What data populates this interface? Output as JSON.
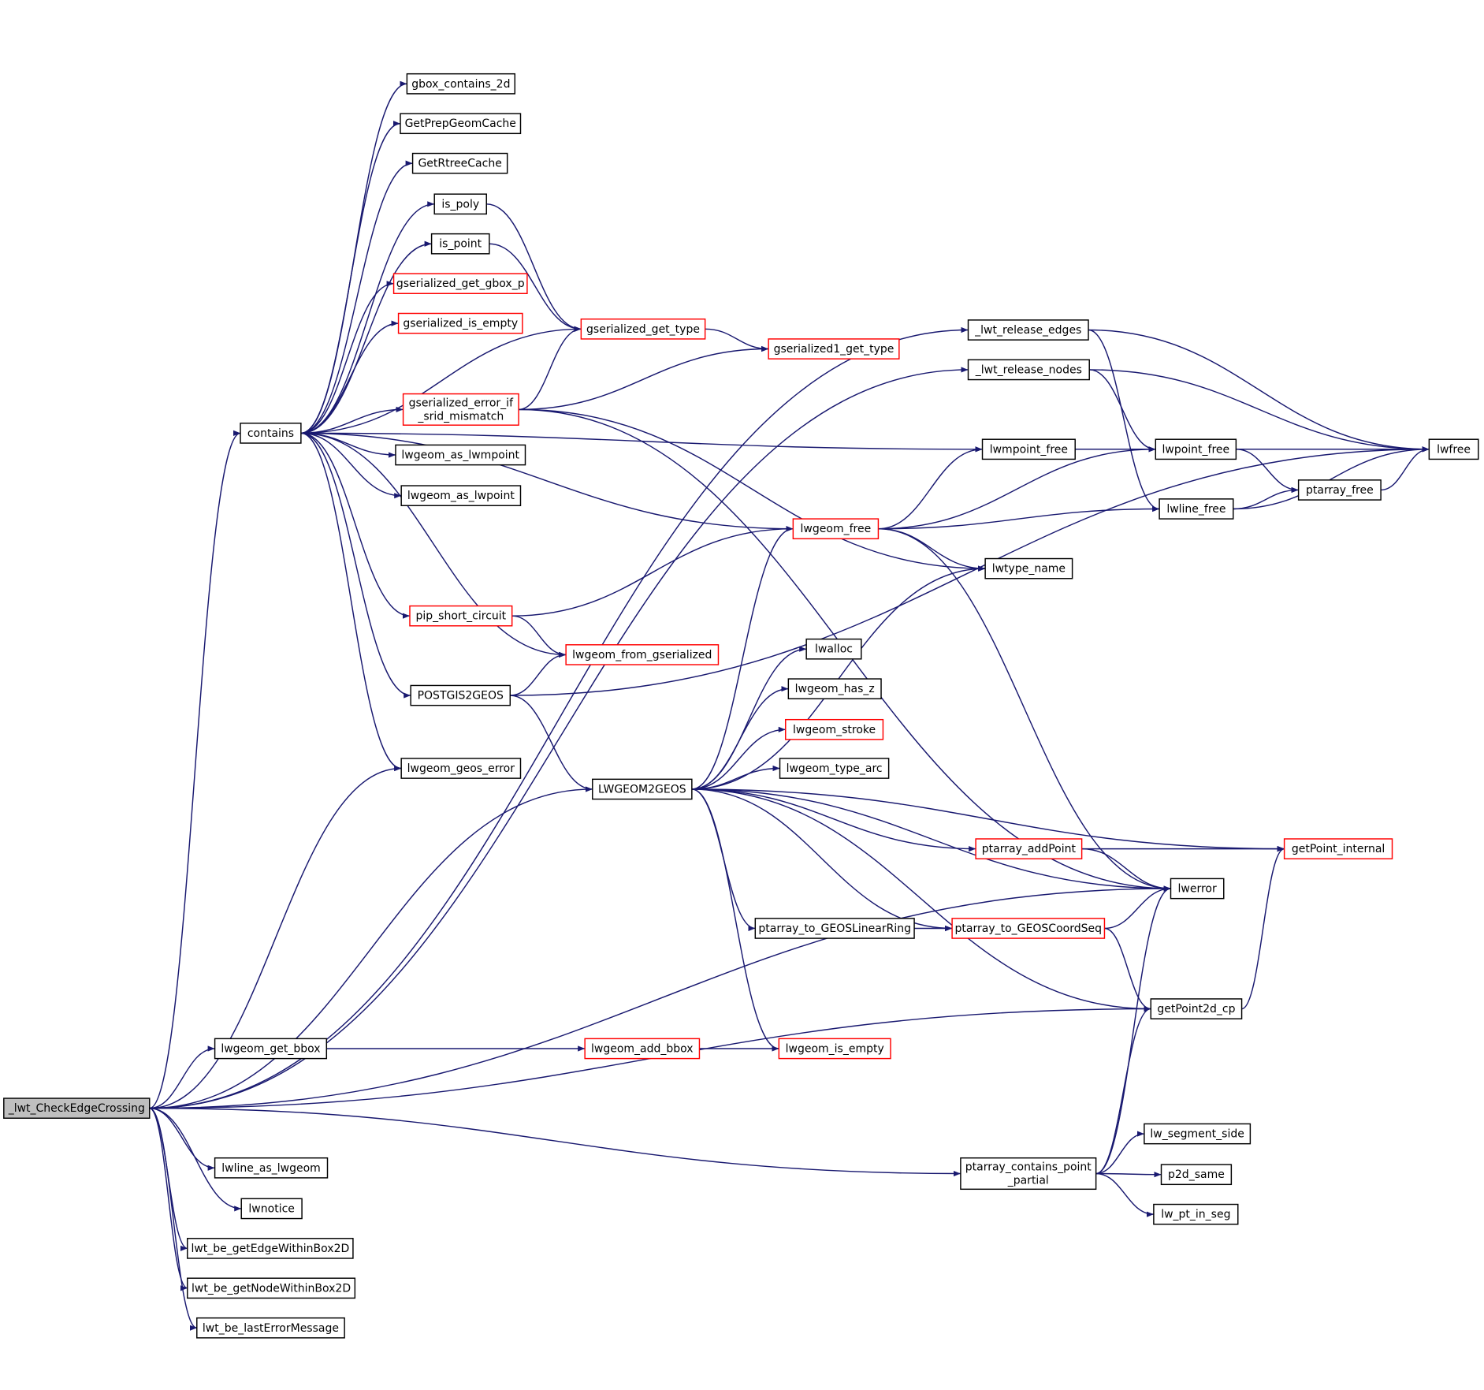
{
  "colors": {
    "edge": "#191970",
    "border_normal": "#000000",
    "border_truncated": "#ff0000",
    "fill_normal": "#ffffff",
    "fill_root": "#bfbfbf"
  },
  "nodes": {
    "root": {
      "lines": [
        "_lwt_CheckEdgeCrossing"
      ],
      "style": "root"
    },
    "contains": {
      "lines": [
        "contains"
      ],
      "style": "normal"
    },
    "gbox_contains_2d": {
      "lines": [
        "gbox_contains_2d"
      ],
      "style": "normal"
    },
    "GetPrepGeomCache": {
      "lines": [
        "GetPrepGeomCache"
      ],
      "style": "normal"
    },
    "GetRtreeCache": {
      "lines": [
        "GetRtreeCache"
      ],
      "style": "normal"
    },
    "is_poly": {
      "lines": [
        "is_poly"
      ],
      "style": "normal"
    },
    "is_point": {
      "lines": [
        "is_point"
      ],
      "style": "normal"
    },
    "gserialized_get_gbox_p": {
      "lines": [
        "gserialized_get_gbox_p"
      ],
      "style": "truncated"
    },
    "gserialized_is_empty": {
      "lines": [
        "gserialized_is_empty"
      ],
      "style": "truncated"
    },
    "gserialized_get_type": {
      "lines": [
        "gserialized_get_type"
      ],
      "style": "truncated"
    },
    "gserialized1_get_type": {
      "lines": [
        "gserialized1_get_type"
      ],
      "style": "truncated"
    },
    "gserialized_error_if_srid_mismatch": {
      "lines": [
        "gserialized_error_if",
        "_srid_mismatch"
      ],
      "style": "truncated"
    },
    "lwgeom_as_lwmpoint": {
      "lines": [
        "lwgeom_as_lwmpoint"
      ],
      "style": "normal"
    },
    "lwgeom_as_lwpoint": {
      "lines": [
        "lwgeom_as_lwpoint"
      ],
      "style": "normal"
    },
    "pip_short_circuit": {
      "lines": [
        "pip_short_circuit"
      ],
      "style": "truncated"
    },
    "lwgeom_from_gserialized": {
      "lines": [
        "lwgeom_from_gserialized"
      ],
      "style": "truncated"
    },
    "POSTGIS2GEOS": {
      "lines": [
        "POSTGIS2GEOS"
      ],
      "style": "normal"
    },
    "lwgeom_geos_error": {
      "lines": [
        "lwgeom_geos_error"
      ],
      "style": "normal"
    },
    "LWGEOM2GEOS": {
      "lines": [
        "LWGEOM2GEOS"
      ],
      "style": "normal"
    },
    "lwgeom_get_bbox": {
      "lines": [
        "lwgeom_get_bbox"
      ],
      "style": "normal"
    },
    "lwgeom_add_bbox": {
      "lines": [
        "lwgeom_add_bbox"
      ],
      "style": "truncated"
    },
    "lwgeom_is_empty": {
      "lines": [
        "lwgeom_is_empty"
      ],
      "style": "truncated"
    },
    "lwline_as_lwgeom": {
      "lines": [
        "lwline_as_lwgeom"
      ],
      "style": "normal"
    },
    "lwnotice": {
      "lines": [
        "lwnotice"
      ],
      "style": "normal"
    },
    "lwt_be_getEdgeWithinBox2D": {
      "lines": [
        "lwt_be_getEdgeWithinBox2D"
      ],
      "style": "normal"
    },
    "lwt_be_getNodeWithinBox2D": {
      "lines": [
        "lwt_be_getNodeWithinBox2D"
      ],
      "style": "normal"
    },
    "lwt_be_lastErrorMessage": {
      "lines": [
        "lwt_be_lastErrorMessage"
      ],
      "style": "normal"
    },
    "_lwt_release_edges": {
      "lines": [
        "_lwt_release_edges"
      ],
      "style": "normal"
    },
    "_lwt_release_nodes": {
      "lines": [
        "_lwt_release_nodes"
      ],
      "style": "normal"
    },
    "lwmpoint_free": {
      "lines": [
        "lwmpoint_free"
      ],
      "style": "normal"
    },
    "lwgeom_free": {
      "lines": [
        "lwgeom_free"
      ],
      "style": "truncated"
    },
    "lwtype_name": {
      "lines": [
        "lwtype_name"
      ],
      "style": "normal"
    },
    "lwalloc": {
      "lines": [
        "lwalloc"
      ],
      "style": "normal"
    },
    "lwgeom_has_z": {
      "lines": [
        "lwgeom_has_z"
      ],
      "style": "normal"
    },
    "lwgeom_stroke": {
      "lines": [
        "lwgeom_stroke"
      ],
      "style": "truncated"
    },
    "lwgeom_type_arc": {
      "lines": [
        "lwgeom_type_arc"
      ],
      "style": "normal"
    },
    "ptarray_addPoint": {
      "lines": [
        "ptarray_addPoint"
      ],
      "style": "truncated"
    },
    "ptarray_to_GEOSLinearRing": {
      "lines": [
        "ptarray_to_GEOSLinearRing"
      ],
      "style": "normal"
    },
    "ptarray_to_GEOSCoordSeq": {
      "lines": [
        "ptarray_to_GEOSCoordSeq"
      ],
      "style": "truncated"
    },
    "lwpoint_free": {
      "lines": [
        "lwpoint_free"
      ],
      "style": "normal"
    },
    "lwline_free": {
      "lines": [
        "lwline_free"
      ],
      "style": "normal"
    },
    "ptarray_free": {
      "lines": [
        "ptarray_free"
      ],
      "style": "normal"
    },
    "lwfree": {
      "lines": [
        "lwfree"
      ],
      "style": "normal"
    },
    "lwerror": {
      "lines": [
        "lwerror"
      ],
      "style": "normal"
    },
    "getPoint_internal": {
      "lines": [
        "getPoint_internal"
      ],
      "style": "truncated"
    },
    "getPoint2d_cp": {
      "lines": [
        "getPoint2d_cp"
      ],
      "style": "normal"
    },
    "ptarray_contains_point_partial": {
      "lines": [
        "ptarray_contains_point",
        "_partial"
      ],
      "style": "normal"
    },
    "lw_segment_side": {
      "lines": [
        "lw_segment_side"
      ],
      "style": "normal"
    },
    "p2d_same": {
      "lines": [
        "p2d_same"
      ],
      "style": "normal"
    },
    "lw_pt_in_seg": {
      "lines": [
        "lw_pt_in_seg"
      ],
      "style": "normal"
    }
  },
  "edges": [
    [
      "root",
      "contains"
    ],
    [
      "root",
      "_lwt_release_edges"
    ],
    [
      "root",
      "_lwt_release_nodes"
    ],
    [
      "root",
      "lwgeom_geos_error"
    ],
    [
      "root",
      "LWGEOM2GEOS"
    ],
    [
      "root",
      "lwgeom_get_bbox"
    ],
    [
      "root",
      "lwerror"
    ],
    [
      "root",
      "getPoint2d_cp"
    ],
    [
      "root",
      "lwline_as_lwgeom"
    ],
    [
      "root",
      "lwnotice"
    ],
    [
      "root",
      "lwt_be_getEdgeWithinBox2D"
    ],
    [
      "root",
      "lwt_be_getNodeWithinBox2D"
    ],
    [
      "root",
      "lwt_be_lastErrorMessage"
    ],
    [
      "root",
      "ptarray_contains_point_partial"
    ],
    [
      "contains",
      "gbox_contains_2d"
    ],
    [
      "contains",
      "GetPrepGeomCache"
    ],
    [
      "contains",
      "GetRtreeCache"
    ],
    [
      "contains",
      "is_poly"
    ],
    [
      "contains",
      "is_point"
    ],
    [
      "contains",
      "gserialized_get_gbox_p"
    ],
    [
      "contains",
      "gserialized_is_empty"
    ],
    [
      "contains",
      "gserialized_get_type"
    ],
    [
      "contains",
      "gserialized_error_if_srid_mismatch"
    ],
    [
      "contains",
      "lwgeom_as_lwmpoint"
    ],
    [
      "contains",
      "lwgeom_as_lwpoint"
    ],
    [
      "contains",
      "lwmpoint_free"
    ],
    [
      "contains",
      "lwgeom_free"
    ],
    [
      "contains",
      "pip_short_circuit"
    ],
    [
      "contains",
      "lwgeom_from_gserialized"
    ],
    [
      "contains",
      "POSTGIS2GEOS"
    ],
    [
      "contains",
      "lwgeom_geos_error"
    ],
    [
      "is_poly",
      "gserialized_get_type"
    ],
    [
      "is_point",
      "gserialized_get_type"
    ],
    [
      "gserialized_get_type",
      "gserialized1_get_type"
    ],
    [
      "gserialized_error_if_srid_mismatch",
      "gserialized_get_type"
    ],
    [
      "gserialized_error_if_srid_mismatch",
      "gserialized1_get_type"
    ],
    [
      "gserialized_error_if_srid_mismatch",
      "lwerror"
    ],
    [
      "gserialized_error_if_srid_mismatch",
      "lwtype_name"
    ],
    [
      "pip_short_circuit",
      "lwgeom_free"
    ],
    [
      "pip_short_circuit",
      "lwgeom_from_gserialized"
    ],
    [
      "POSTGIS2GEOS",
      "lwgeom_from_gserialized"
    ],
    [
      "POSTGIS2GEOS",
      "lwfree"
    ],
    [
      "POSTGIS2GEOS",
      "LWGEOM2GEOS"
    ],
    [
      "LWGEOM2GEOS",
      "lwgeom_free"
    ],
    [
      "LWGEOM2GEOS",
      "lwtype_name"
    ],
    [
      "LWGEOM2GEOS",
      "lwalloc"
    ],
    [
      "LWGEOM2GEOS",
      "lwgeom_has_z"
    ],
    [
      "LWGEOM2GEOS",
      "lwgeom_stroke"
    ],
    [
      "LWGEOM2GEOS",
      "lwgeom_type_arc"
    ],
    [
      "LWGEOM2GEOS",
      "getPoint_internal"
    ],
    [
      "LWGEOM2GEOS",
      "ptarray_addPoint"
    ],
    [
      "LWGEOM2GEOS",
      "lwerror"
    ],
    [
      "LWGEOM2GEOS",
      "ptarray_to_GEOSLinearRing"
    ],
    [
      "LWGEOM2GEOS",
      "ptarray_to_GEOSCoordSeq"
    ],
    [
      "LWGEOM2GEOS",
      "getPoint2d_cp"
    ],
    [
      "LWGEOM2GEOS",
      "lwgeom_is_empty"
    ],
    [
      "lwgeom_get_bbox",
      "lwgeom_add_bbox"
    ],
    [
      "lwgeom_add_bbox",
      "lwgeom_is_empty"
    ],
    [
      "_lwt_release_edges",
      "lwfree"
    ],
    [
      "_lwt_release_edges",
      "lwline_free"
    ],
    [
      "_lwt_release_nodes",
      "lwfree"
    ],
    [
      "_lwt_release_nodes",
      "lwpoint_free"
    ],
    [
      "lwmpoint_free",
      "lwfree"
    ],
    [
      "lwmpoint_free",
      "lwpoint_free"
    ],
    [
      "lwgeom_free",
      "lwmpoint_free"
    ],
    [
      "lwgeom_free",
      "lwpoint_free"
    ],
    [
      "lwgeom_free",
      "lwline_free"
    ],
    [
      "lwgeom_free",
      "lwtype_name"
    ],
    [
      "lwgeom_free",
      "lwerror"
    ],
    [
      "lwpoint_free",
      "lwfree"
    ],
    [
      "lwpoint_free",
      "ptarray_free"
    ],
    [
      "lwline_free",
      "ptarray_free"
    ],
    [
      "lwline_free",
      "lwfree"
    ],
    [
      "ptarray_free",
      "lwfree"
    ],
    [
      "ptarray_addPoint",
      "getPoint_internal"
    ],
    [
      "ptarray_addPoint",
      "lwerror"
    ],
    [
      "ptarray_to_GEOSLinearRing",
      "ptarray_to_GEOSCoordSeq"
    ],
    [
      "ptarray_to_GEOSCoordSeq",
      "lwerror"
    ],
    [
      "ptarray_to_GEOSCoordSeq",
      "getPoint2d_cp"
    ],
    [
      "getPoint2d_cp",
      "getPoint_internal"
    ],
    [
      "ptarray_contains_point_partial",
      "lwerror"
    ],
    [
      "ptarray_contains_point_partial",
      "getPoint2d_cp"
    ],
    [
      "ptarray_contains_point_partial",
      "lw_segment_side"
    ],
    [
      "ptarray_contains_point_partial",
      "p2d_same"
    ],
    [
      "ptarray_contains_point_partial",
      "lw_pt_in_seg"
    ]
  ]
}
